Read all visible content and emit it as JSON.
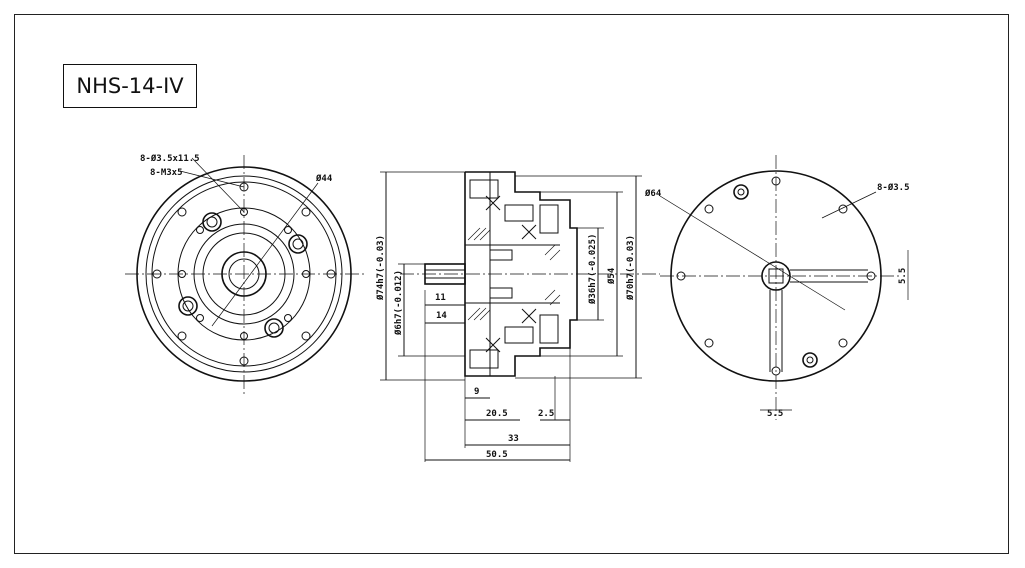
{
  "title": "NHS-14-IV",
  "labels": {
    "holes_a": "8-Ø3.5x11.5",
    "holes_b": "8-M3x5",
    "dia_44": "Ø44",
    "dia_64": "Ø64",
    "holes_right": "8-Ø3.5",
    "dim_11": "11",
    "dim_14": "14",
    "dim_9": "9",
    "dim_20_5": "20.5",
    "dim_2_5": "2.5",
    "dim_33": "33",
    "dim_50_5": "50.5",
    "dia_74h7": "Ø74h7(-0.03)",
    "dia_6h7": "Ø6h7(-0.012)",
    "dia_36h7": "Ø36h7(-0.025)",
    "dia_54": "Ø54",
    "dia_70h7": "Ø70h7(-0.03)",
    "dim_5_5_v": "5.5",
    "dim_5_5_h": "5.5"
  }
}
